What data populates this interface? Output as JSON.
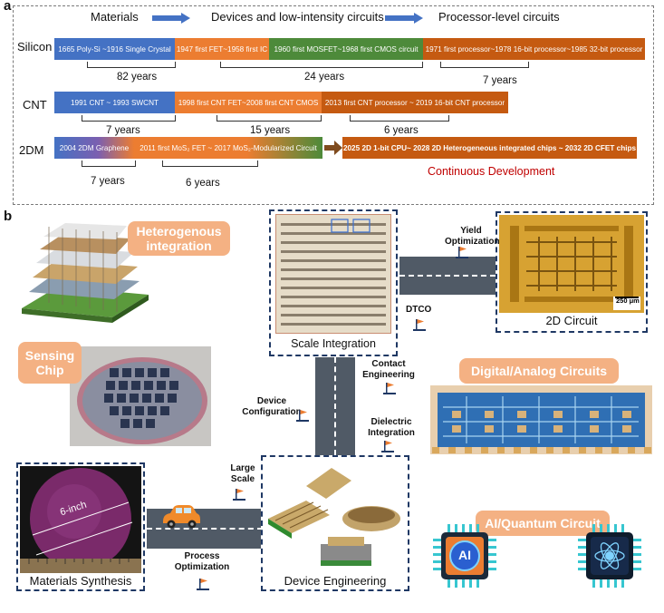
{
  "panel_a": {
    "letter": "a",
    "headers": {
      "materials": "Materials",
      "devices": "Devices and low-intensity circuits",
      "processor": "Processor-level circuits"
    },
    "rows": [
      {
        "label": "Silicon",
        "segments": [
          "1665 Poly-Si ~1916 Single Crystal",
          "1947 first FET~1958 first IC",
          "1960 first MOSFET~1968 first CMOS circuit",
          "1971 first processor~1978 16-bit processor~1985 32-bit processor"
        ],
        "years": [
          "82 years",
          "24 years",
          "7 years"
        ]
      },
      {
        "label": "CNT",
        "segments": [
          "1991 CNT ~ 1993 SWCNT",
          "1998 first CNT FET~2008 first CNT CMOS",
          "2013 first CNT processor ~ 2019 16-bit CNT processor"
        ],
        "years": [
          "7 years",
          "15 years",
          "6 years"
        ]
      },
      {
        "label": "2DM",
        "segments": [
          "2004 2DM Graphene",
          "2011 first MoS₂ FET ~ 2017 MoS₂-Modularized Circuit",
          "2025 2D 1-bit CPU~ 2028 2D Heterogeneous integrated chips ~ 2032 2D CFET chips"
        ],
        "years": [
          "7 years",
          "6 years"
        ],
        "continuous": "Continuous Development"
      }
    ]
  },
  "panel_b": {
    "letter": "b",
    "heterogenous": "Heterogenous integration",
    "sensing": "Sensing Chip",
    "scale_integration": "Scale Integration",
    "circuit_2d": "2D Circuit",
    "scale_bar": "250 μm",
    "yield": "Yield Optimization",
    "dtco": "DTCO",
    "contact": "Contact Engineering",
    "device_config": "Device Configuration",
    "dielectric": "Dielectric Integration",
    "digital_analog": "Digital/Analog Circuits",
    "large_scale": "Large Scale",
    "wafer_label": "6-inch",
    "materials_synthesis": "Materials Synthesis",
    "process_opt": "Process Optimization",
    "device_eng": "Device Engineering",
    "ai_quantum": "AI/Quantum Circuit",
    "ai_chip": "AI"
  }
}
